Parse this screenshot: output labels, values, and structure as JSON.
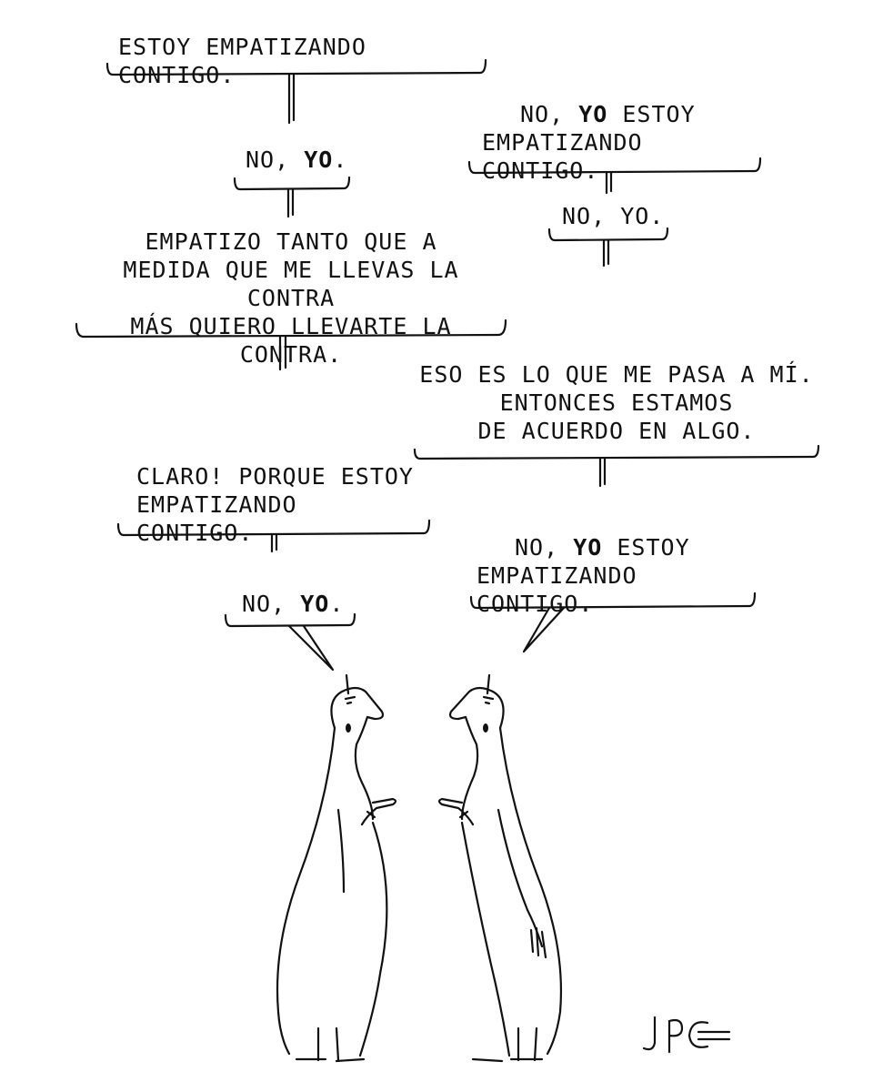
{
  "bubbles": {
    "b1": {
      "text": "Estoy empatizando contigo."
    },
    "b2": {
      "a": "No, ",
      "b": "yo",
      "c": "."
    },
    "b3": {
      "text": "Empatizo tanto que a\nmedida que me llevas la contra\nmás quiero llevarte la contra."
    },
    "b4": {
      "a": "No, ",
      "b": "yo",
      "c": " estoy",
      "d": "empatizando contigo."
    },
    "b5": {
      "text": "No, yo."
    },
    "b6": {
      "text": "Eso es lo que me pasa a mí.\nEntonces estamos\nde acuerdo en algo."
    },
    "b7": {
      "text": "Claro! Porque estoy\nempatizando contigo."
    },
    "b8": {
      "a": "No, ",
      "b": "yo",
      "c": " estoy",
      "d": "empatizando contigo."
    },
    "b9": {
      "a": "No, ",
      "b": "yo",
      "c": "."
    }
  },
  "signature": "JPC",
  "colors": {
    "ink": "#111111",
    "paper": "#ffffff"
  }
}
